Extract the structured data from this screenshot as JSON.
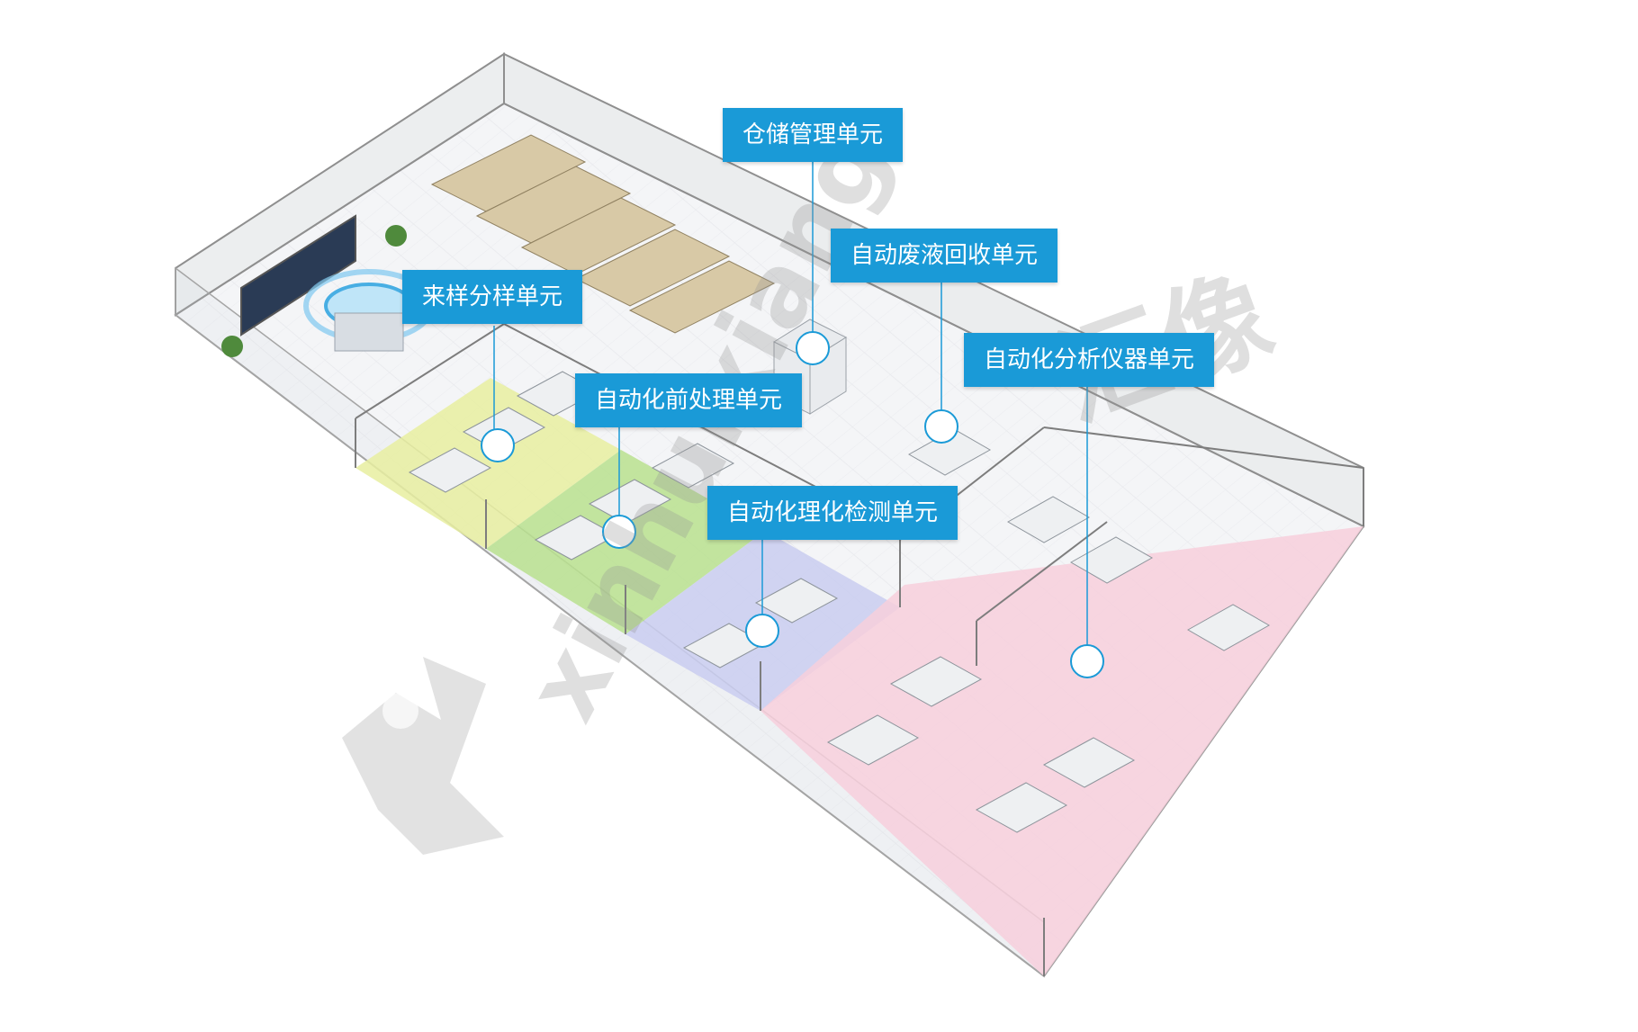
{
  "units": [
    {
      "id": "warehouse",
      "label": "仓储管理单元"
    },
    {
      "id": "waste",
      "label": "自动废液回收单元"
    },
    {
      "id": "sampling",
      "label": "来样分样单元"
    },
    {
      "id": "analysis",
      "label": "自动化分析仪器单元"
    },
    {
      "id": "pretreatment",
      "label": "自动化前处理单元"
    },
    {
      "id": "testing",
      "label": "自动化理化检测单元"
    }
  ],
  "watermark": {
    "latin": "xinhuixiang",
    "cjk": "汇像"
  },
  "colors": {
    "label_bg": "#1a9ad7",
    "zone_yellow": "#e8efa0",
    "zone_green": "#b8e08e",
    "zone_blue": "#c9cdf0",
    "zone_pink": "#f7cfdc"
  }
}
